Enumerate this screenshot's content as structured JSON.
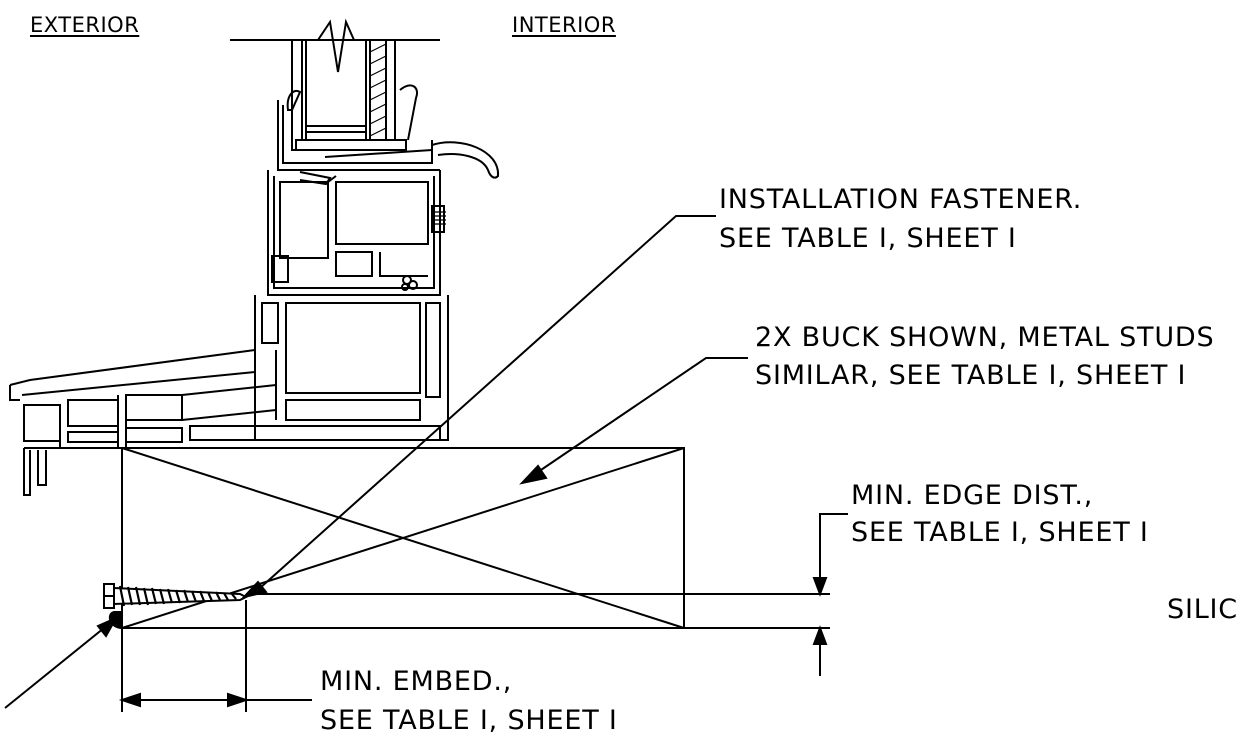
{
  "labels": {
    "exterior": "EXTERIOR",
    "interior": "INTERIOR",
    "fastener_line1": "INSTALLATION FASTENER.",
    "fastener_line2": "SEE TABLE I, SHEET I",
    "buck_line1": "2X BUCK SHOWN, METAL STUDS",
    "buck_line2": "SIMILAR, SEE TABLE I, SHEET I",
    "edge_line1": "MIN. EDGE DIST.,",
    "edge_line2": "SEE TABLE I, SHEET I",
    "silicone_partial": "SILIC",
    "embed_line1": "MIN. EMBED.,",
    "embed_line2": "SEE TABLE I, SHEET I"
  }
}
